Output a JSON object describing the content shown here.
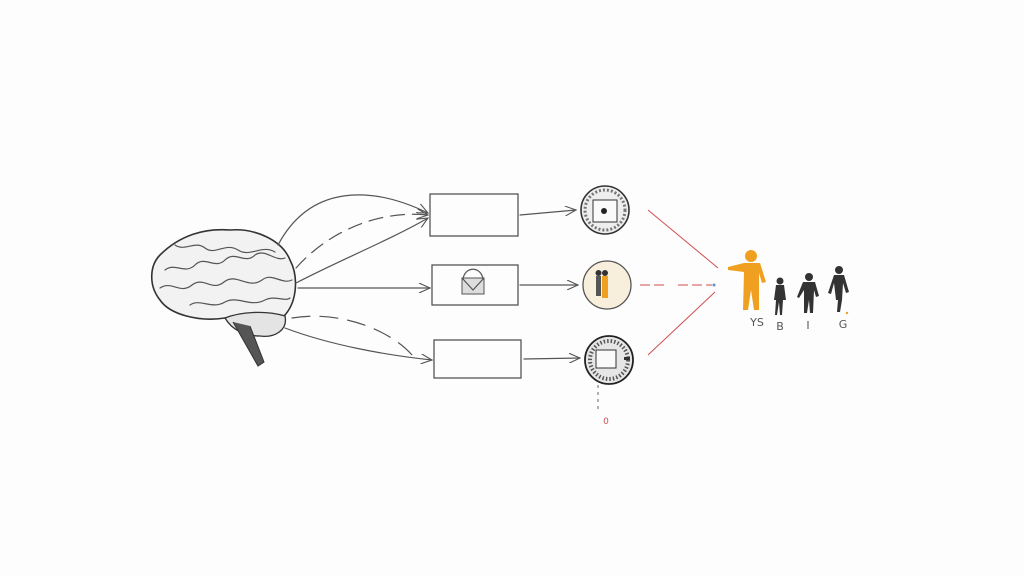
{
  "diagram": {
    "nodes": {
      "source": {
        "icon": "brain-icon"
      },
      "boxes": [
        {
          "icon": ""
        },
        {
          "icon": "envelope-icon"
        },
        {
          "icon": ""
        }
      ],
      "circles": [
        {
          "icon": "safe-icon"
        },
        {
          "icon": "people-icon"
        },
        {
          "icon": "device-icon"
        }
      ],
      "target": {
        "icon": "pointing-person-icon",
        "color": "#f0a020"
      }
    },
    "people_labels": [
      "YS",
      "B",
      "I",
      "G"
    ],
    "bottom_label": "0",
    "colors": {
      "ink": "#555555",
      "accent": "#f0a020",
      "red_line": "#d05050",
      "blue_line": "#6a8fd0",
      "figures": "#333333"
    }
  }
}
